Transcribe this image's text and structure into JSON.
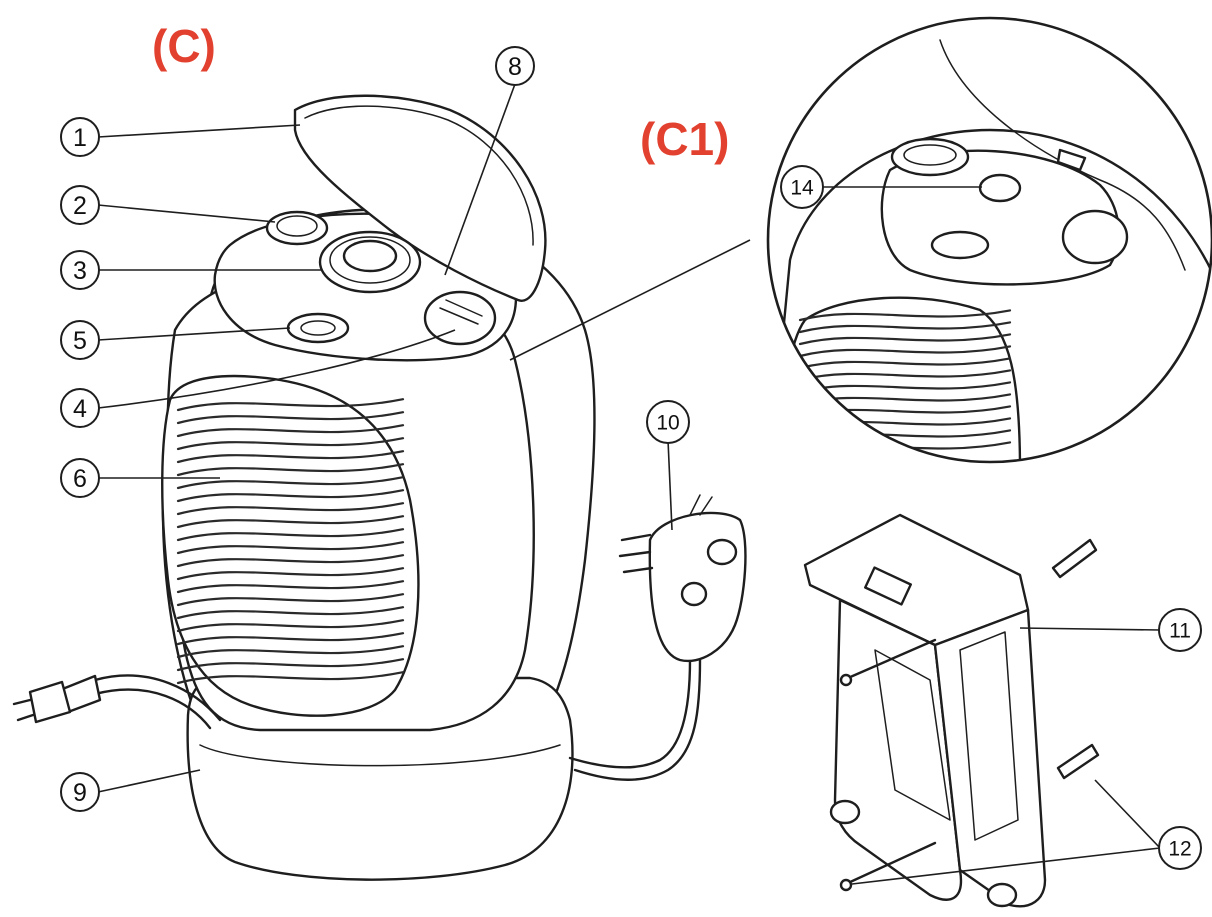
{
  "colors": {
    "view_label": "#e2412f",
    "line": "#1e1e1e",
    "background": "#ffffff"
  },
  "view_labels": {
    "main": "(C)",
    "detail": "(C1)"
  },
  "callouts": {
    "c1": "1",
    "c2": "2",
    "c3": "3",
    "c4": "4",
    "c5": "5",
    "c6": "6",
    "c8": "8",
    "c9": "9",
    "c10": "10",
    "c11": "11",
    "c12": "12",
    "c14": "14"
  }
}
